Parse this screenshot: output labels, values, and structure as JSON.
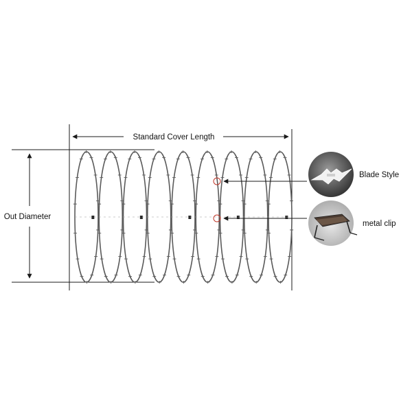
{
  "labels": {
    "length": "Standard Cover Length",
    "diameter": "Out Diameter",
    "blade": "Blade Style",
    "clip": "metal clip"
  },
  "coil": {
    "loop_count": 9
  },
  "colors": {
    "wire": "#5a5a5a",
    "line": "#1a1a1a",
    "marker": "#c0392b",
    "photo_dark": "#3c3c3c",
    "photo_light": "#d8d8d8"
  }
}
